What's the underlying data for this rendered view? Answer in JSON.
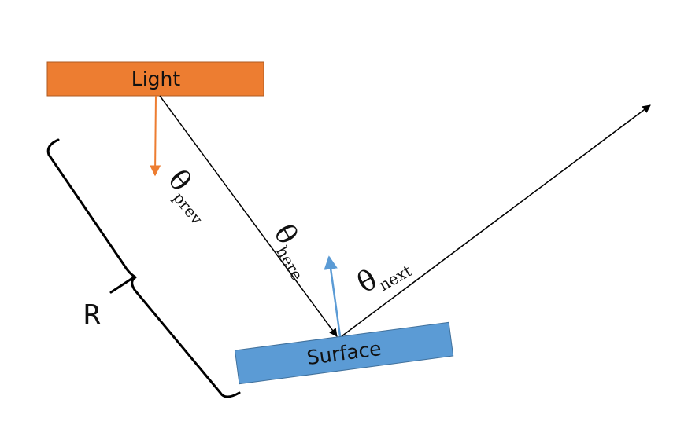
{
  "light": {
    "label": "Light",
    "fill": "#ED7D31",
    "stroke": "#AE5A21"
  },
  "surface": {
    "label": "Surface",
    "fill": "#5B9BD5",
    "stroke": "#41719C"
  },
  "angles": [
    {
      "symbol": "θ",
      "subscript": "prev"
    },
    {
      "symbol": "θ",
      "subscript": "here"
    },
    {
      "symbol": "θ",
      "subscript": "next"
    }
  ],
  "distance_label": "R",
  "colors": {
    "light_arrow": "#ED7D31",
    "normal_arrow": "#5B9BD5",
    "ray": "#000000"
  }
}
